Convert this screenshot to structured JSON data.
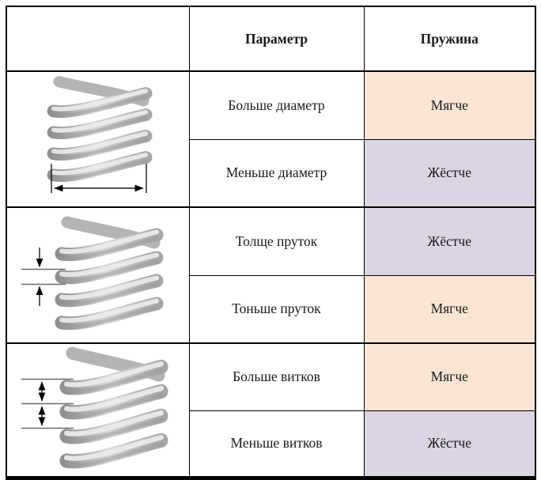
{
  "table": {
    "headers": {
      "image": "",
      "parameter": "Параметр",
      "spring": "Пружина"
    },
    "groups": [
      {
        "image": "coil-spring-with-diameter-arrow",
        "rows": [
          {
            "param": "Больше диаметр",
            "result": "Мягче",
            "tone": "soft"
          },
          {
            "param": "Меньше диаметр",
            "result": "Жёстче",
            "tone": "hard"
          }
        ]
      },
      {
        "image": "coil-spring-with-wire-thickness-arrows",
        "rows": [
          {
            "param": "Толще пруток",
            "result": "Жёстче",
            "tone": "hard"
          },
          {
            "param": "Тоньше пруток",
            "result": "Мягче",
            "tone": "soft"
          }
        ]
      },
      {
        "image": "coil-spring-with-coil-pitch-arrows",
        "rows": [
          {
            "param": "Больше витков",
            "result": "Мягче",
            "tone": "soft"
          },
          {
            "param": "Меньше витков",
            "result": "Жёстче",
            "tone": "hard"
          }
        ]
      }
    ],
    "colors": {
      "softer_bg": "#FAE5D4",
      "stiffer_bg": "#DAD4E3",
      "border": "#000000",
      "text": "#1A1A1A"
    }
  }
}
